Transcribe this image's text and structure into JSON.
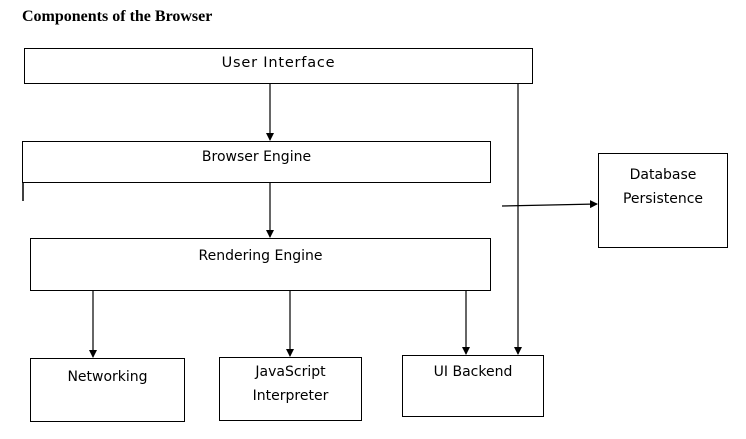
{
  "title": "Components of the Browser",
  "boxes": {
    "user_interface": "User Interface",
    "browser_engine": "Browser Engine",
    "rendering_engine": "Rendering Engine",
    "networking": "Networking",
    "javascript_interpreter_line1": "JavaScript",
    "javascript_interpreter_line2": "Interpreter",
    "ui_backend": "UI Backend",
    "database_line1": "Database",
    "database_line2": "Persistence"
  }
}
